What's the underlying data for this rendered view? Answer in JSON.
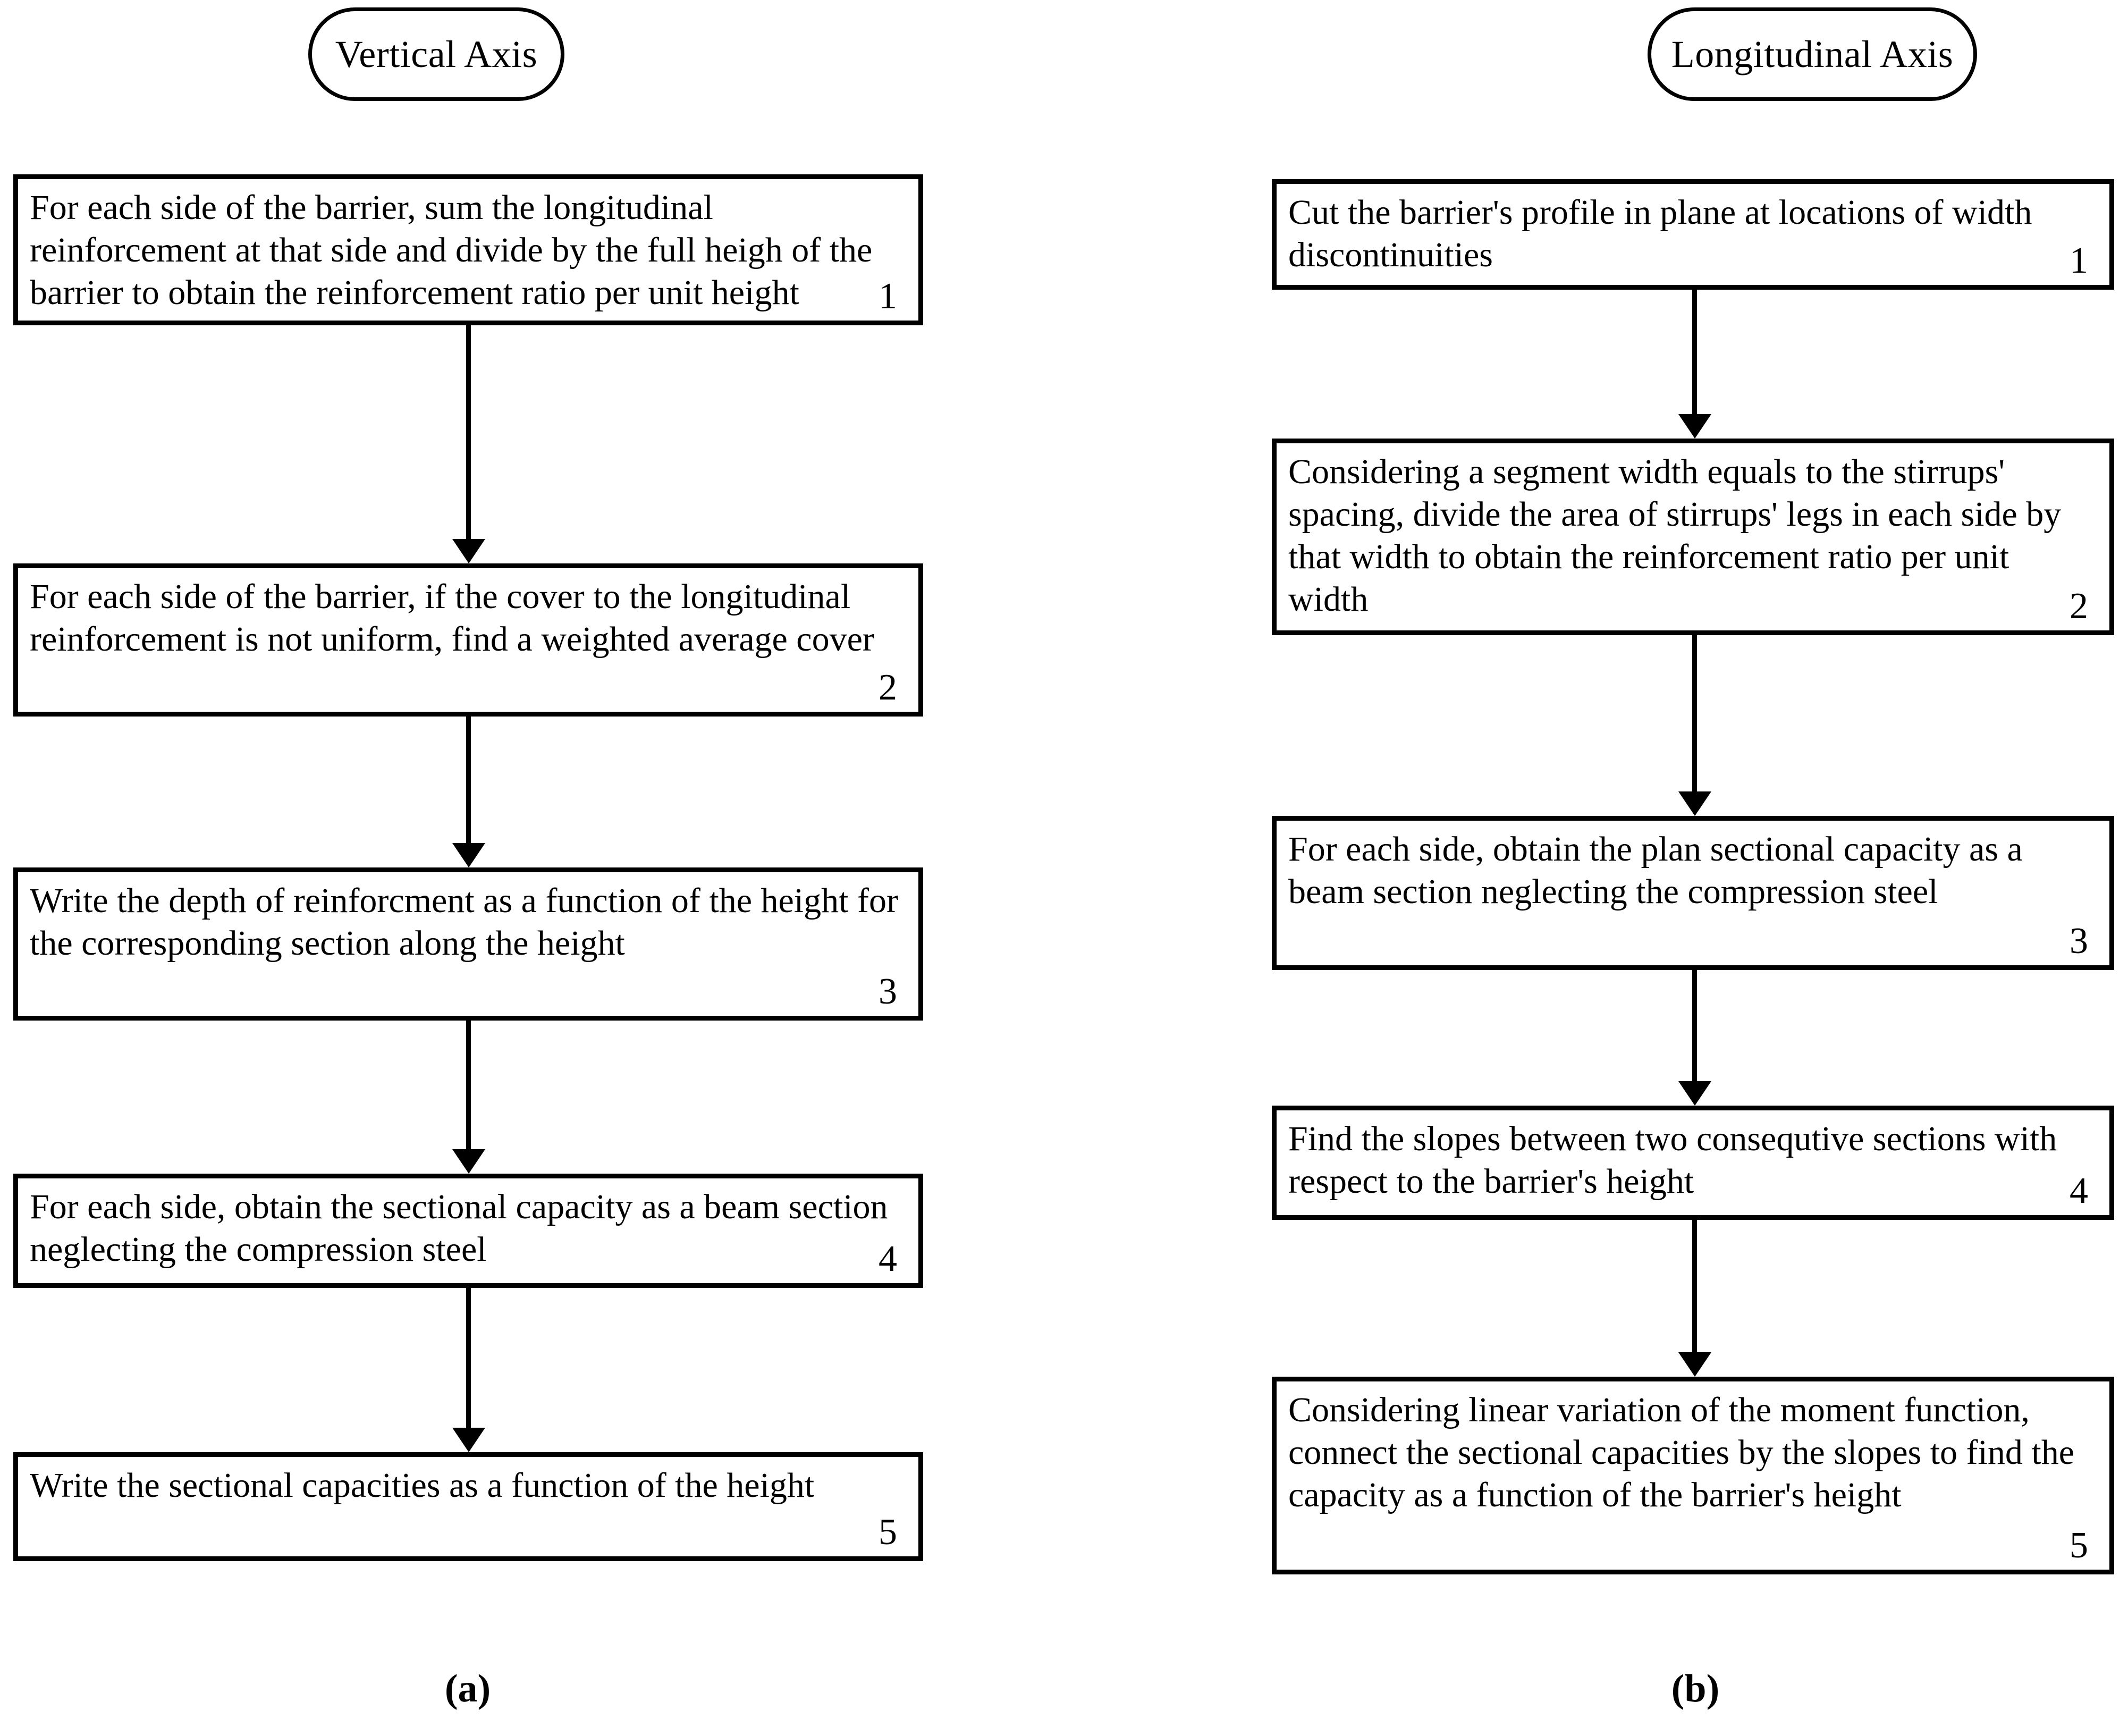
{
  "figure": {
    "panels": [
      {
        "caption": "(a)",
        "header": "Vertical Axis",
        "steps": [
          {
            "number": "1",
            "text": "For each side of the barrier, sum the longitudinal reinforcement at that side and divide by the full heigh of the barrier to obtain the reinforcement ratio per unit height"
          },
          {
            "number": "2",
            "text": "For each side of the barrier, if the cover to the longitudinal reinforcement is not uniform, find a weighted average cover"
          },
          {
            "number": "3",
            "text": "Write the depth of reinforcment as a function of the height for the corresponding section along the height"
          },
          {
            "number": "4",
            "text": "For each side, obtain the sectional capacity as a beam section neglecting the compression steel"
          },
          {
            "number": "5",
            "text": "Write the sectional capacities as a function of the height"
          }
        ]
      },
      {
        "caption": "(b)",
        "header": "Longitudinal Axis",
        "steps": [
          {
            "number": "1",
            "text": "Cut the barrier's profile in plane at locations of width discontinuities"
          },
          {
            "number": "2",
            "text": "Considering a segment width equals to the stirrups' spacing, divide the area of stirrups' legs in each side by that width to obtain the reinforcement ratio per unit width"
          },
          {
            "number": "3",
            "text": "For each side, obtain the plan sectional capacity as a beam section neglecting the compression steel"
          },
          {
            "number": "4",
            "text": "Find the slopes between two consequtive sections with respect to the barrier's height"
          },
          {
            "number": "5",
            "text": "Considering linear variation of the moment function, connect the sectional capacities by the slopes to find the capacity as a function of the barrier's height"
          }
        ]
      }
    ],
    "colors": {
      "stroke": "#000000",
      "background": "#ffffff"
    }
  }
}
